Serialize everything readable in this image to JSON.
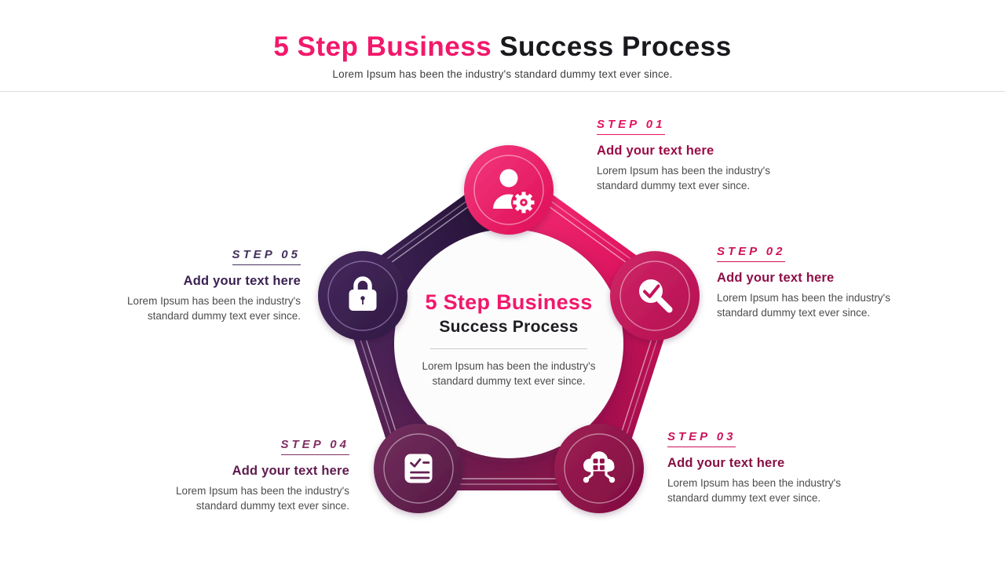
{
  "header": {
    "title_highlight": "5 Step Business",
    "title_rest": "Success Process",
    "subtitle": "Lorem Ipsum has been the industry's standard dummy text ever since."
  },
  "center": {
    "title_line1": "5 Step Business",
    "title_line2": "Success Process",
    "description": "Lorem Ipsum has been the industry's standard dummy text ever since."
  },
  "steps": [
    {
      "label": "STEP 01",
      "title": "Add your text here",
      "description": "Lorem Ipsum has been the industry's standard dummy text ever since.",
      "icon": "user-gear-icon",
      "accent": "#e5135e",
      "title_color": "#9c0c45",
      "node_color": "#e8175f"
    },
    {
      "label": "STEP 02",
      "title": "Add your text here",
      "description": "Lorem Ipsum has been the industry's standard dummy text ever since.",
      "icon": "search-check-icon",
      "accent": "#ce1257",
      "title_color": "#8f0f47",
      "node_color": "#c2125a"
    },
    {
      "label": "STEP 03",
      "title": "Add your text here",
      "description": "Lorem Ipsum has been the industry's standard dummy text ever since.",
      "icon": "cloud-network-icon",
      "accent": "#cc1359",
      "title_color": "#861043",
      "node_color": "#8e1248"
    },
    {
      "label": "STEP 04",
      "title": "Add your text here",
      "description": "Lorem Ipsum has been the industry's standard dummy text ever since.",
      "icon": "checklist-icon",
      "accent": "#803061",
      "title_color": "#5e1a4d",
      "node_color": "#63204f"
    },
    {
      "label": "STEP 05",
      "title": "Add your text here",
      "description": "Lorem Ipsum has been the industry's standard dummy text ever since.",
      "icon": "lock-icon",
      "accent": "#43305c",
      "title_color": "#3a2151",
      "node_color": "#3c2251"
    }
  ],
  "colors": {
    "title_accent": "#f2186b",
    "title_dark": "#19181d",
    "body_text": "#4c4c4c",
    "band_dark_purple": "#2a1736",
    "band_pink": "#e8175f",
    "band_wine": "#8e1248"
  }
}
